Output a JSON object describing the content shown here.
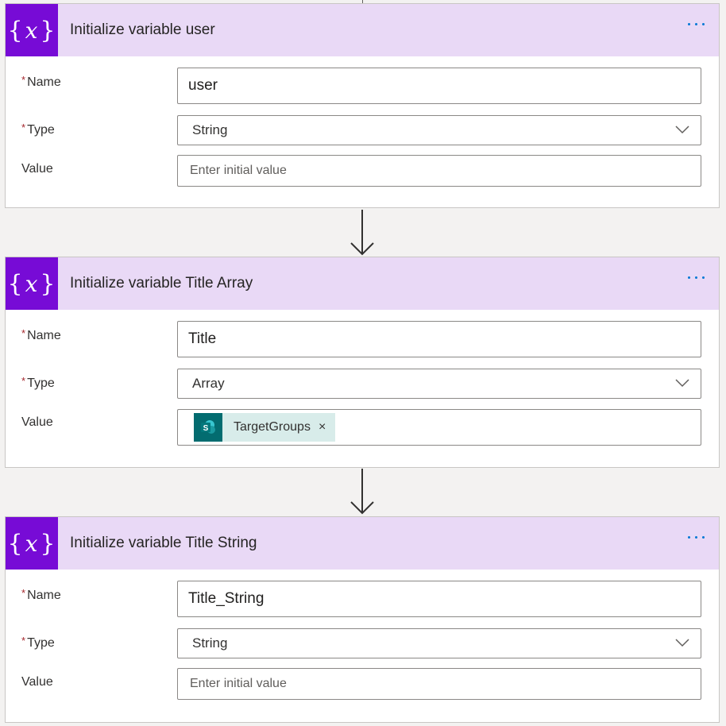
{
  "accent_color": "#770bd6",
  "header_bg_color": "#e9d9f6",
  "menu_icon": "ellipsis-icon",
  "variable_icon": "curly-braces-x-icon",
  "labels": {
    "required_marker": "*",
    "name": "Name",
    "type": "Type",
    "value": "Value"
  },
  "steps": [
    {
      "title": "Initialize variable user",
      "name_value": "user",
      "type_value": "String",
      "value_placeholder": "Enter initial value"
    },
    {
      "title": "Initialize variable Title Array",
      "name_value": "Title",
      "type_value": "Array",
      "value_token": {
        "label": "TargetGroups",
        "icon": "sharepoint-icon",
        "icon_color": "#036c70",
        "close_glyph": "×"
      }
    },
    {
      "title": "Initialize variable Title String",
      "name_value": "Title_String",
      "type_value": "String",
      "value_placeholder": "Enter initial value"
    }
  ]
}
